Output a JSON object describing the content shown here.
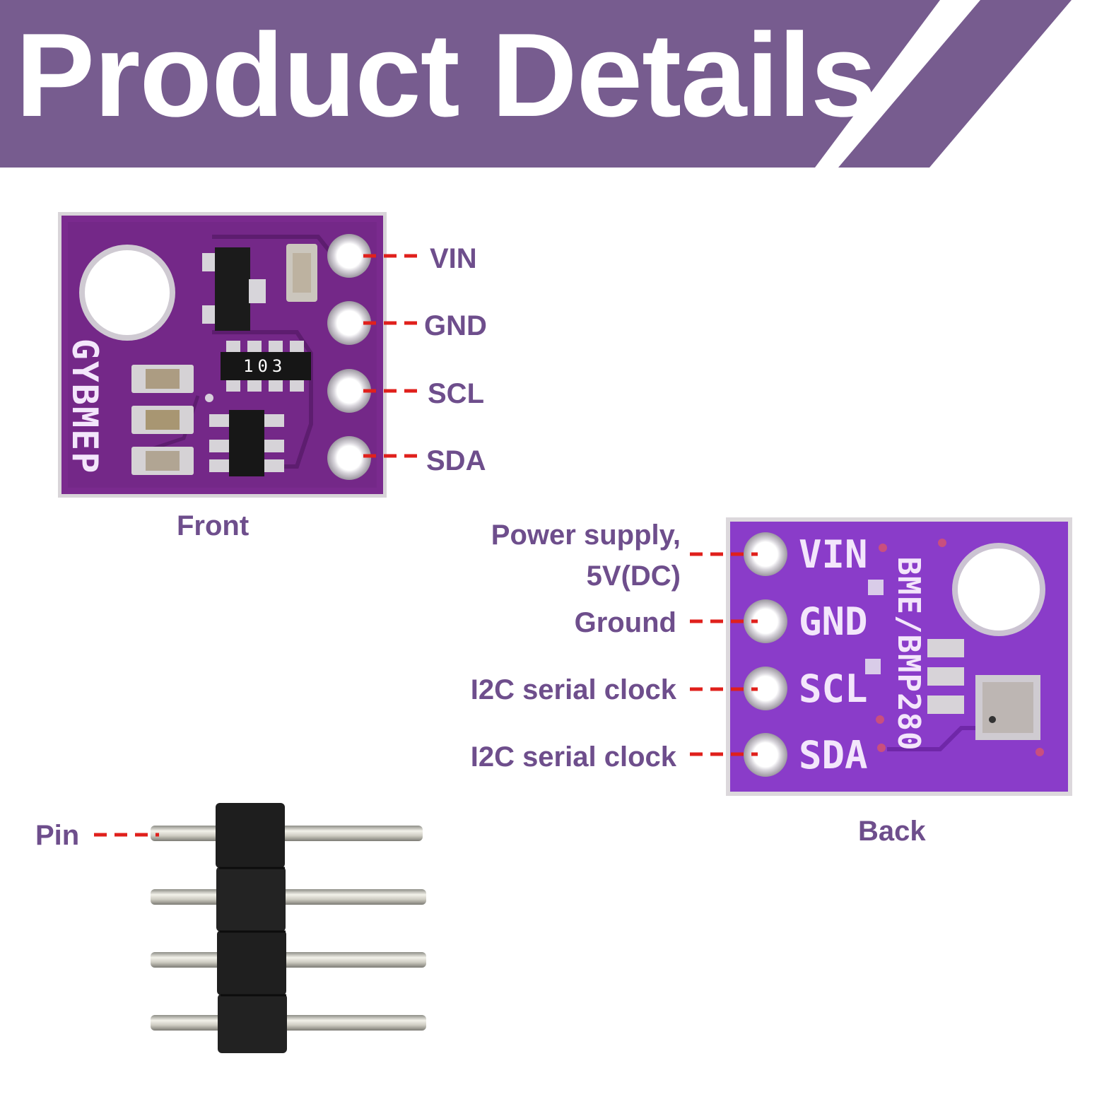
{
  "header": {
    "title": "Product Details"
  },
  "front": {
    "caption": "Front",
    "silkscreen": "GYBMEP",
    "resistor_marking": "103",
    "pins": [
      "VIN",
      "GND",
      "SCL",
      "SDA"
    ]
  },
  "back": {
    "caption": "Back",
    "silkscreen_model": "BME/BMP280",
    "silk_pins": [
      "VIN",
      "GND",
      "SCL",
      "SDA"
    ],
    "descriptions": {
      "power_line1": "Power supply,",
      "power_line2": "5V(DC)",
      "ground": "Ground",
      "scl": "I2C serial clock",
      "sda": "I2C serial clock"
    }
  },
  "header_pins": {
    "label": "Pin"
  },
  "colors": {
    "banner": "#775c8f",
    "label_text": "#6e4e8c",
    "pcb_front": "#7a2a8e",
    "pcb_back": "#8a3cc9",
    "leader_line": "#e0201c"
  }
}
